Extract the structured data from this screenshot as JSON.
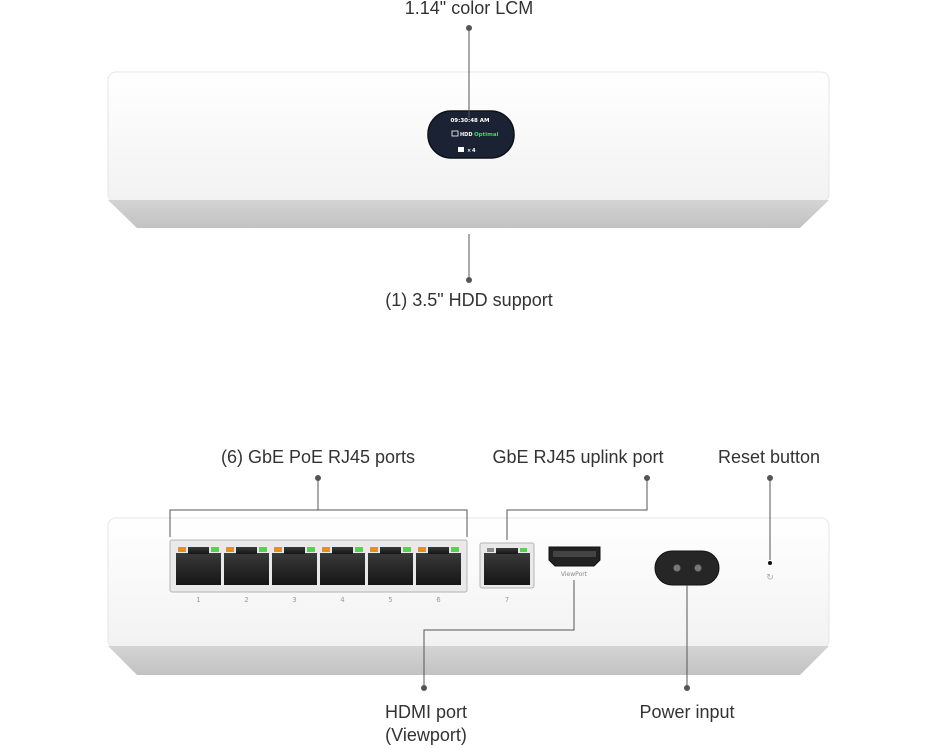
{
  "callouts": {
    "lcm": "1.14\" color LCM",
    "hdd": "(1) 3.5\" HDD support",
    "poe_ports": "(6) GbE PoE RJ45 ports",
    "uplink": "GbE RJ45 uplink port",
    "reset": "Reset button",
    "hdmi_line1": "HDMI port",
    "hdmi_line2": "(Viewport)",
    "power": "Power input"
  },
  "lcm_screen": {
    "time": "09:30:48 AM",
    "hdd_label": "HDD",
    "hdd_status": "Optimal",
    "camera_count": "4",
    "status_color": "#3ddc6a"
  },
  "rear_panel": {
    "poe_port_numbers": [
      "1",
      "2",
      "3",
      "4",
      "5",
      "6"
    ],
    "uplink_port_number": "7",
    "hdmi_label": "ViewPort"
  },
  "colors": {
    "body": "#f7f7f7",
    "base": "#c9c9c9",
    "led_orange": "#f08a1c",
    "led_green": "#4cd84c"
  }
}
